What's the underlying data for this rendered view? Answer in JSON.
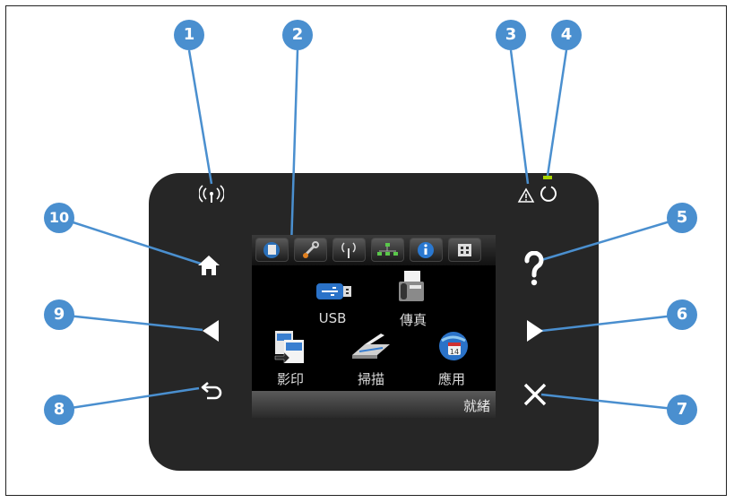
{
  "callouts": [
    "1",
    "2",
    "3",
    "4",
    "5",
    "6",
    "7",
    "8",
    "9",
    "10"
  ],
  "screen": {
    "apps": {
      "usb": "USB",
      "fax": "傳真",
      "copy": "影印",
      "scan": "掃描",
      "apps": "應用"
    },
    "status": "就緒"
  },
  "colors": {
    "callout": "#4a8fcf",
    "panel": "#262626",
    "screen": "#000000",
    "ready_led": "#a8d400"
  },
  "icons": {
    "wireless_led": "wireless-icon",
    "attention_led": "warning-triangle-icon",
    "ready_led": "power-ring-icon",
    "home": "home-icon",
    "help": "question-mark-icon",
    "left": "left-arrow-icon",
    "right": "right-arrow-icon",
    "back": "back-arrow-icon",
    "cancel": "close-icon"
  }
}
